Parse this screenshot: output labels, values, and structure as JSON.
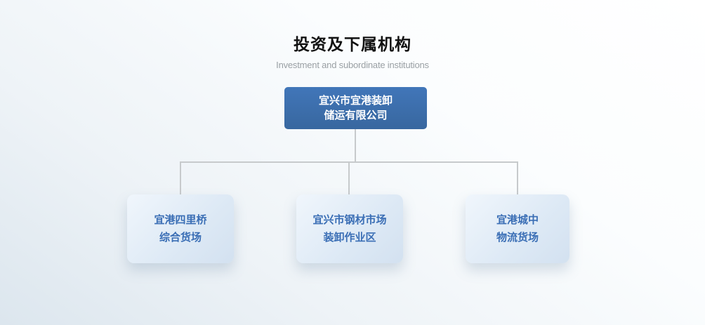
{
  "page": {
    "title": "投资及下属机构",
    "subtitle": "Investment and subordinate institutions"
  },
  "org": {
    "root": {
      "line1": "宜兴市宜港装卸",
      "line2": "储运有限公司"
    },
    "children": [
      {
        "line1": "宜港四里桥",
        "line2": "综合货场"
      },
      {
        "line1": "宜兴市钢材市场",
        "line2": "装卸作业区"
      },
      {
        "line1": "宜港城中",
        "line2": "物流货场"
      }
    ]
  },
  "colors": {
    "root_node_bg": "#3a6db4",
    "root_node_text": "#ffffff",
    "child_node_bg": "#dde9f5",
    "child_node_text": "#3a6eb5",
    "connector": "#c7cacc",
    "title_text": "#111111",
    "subtitle_text": "#9aa0a4"
  }
}
